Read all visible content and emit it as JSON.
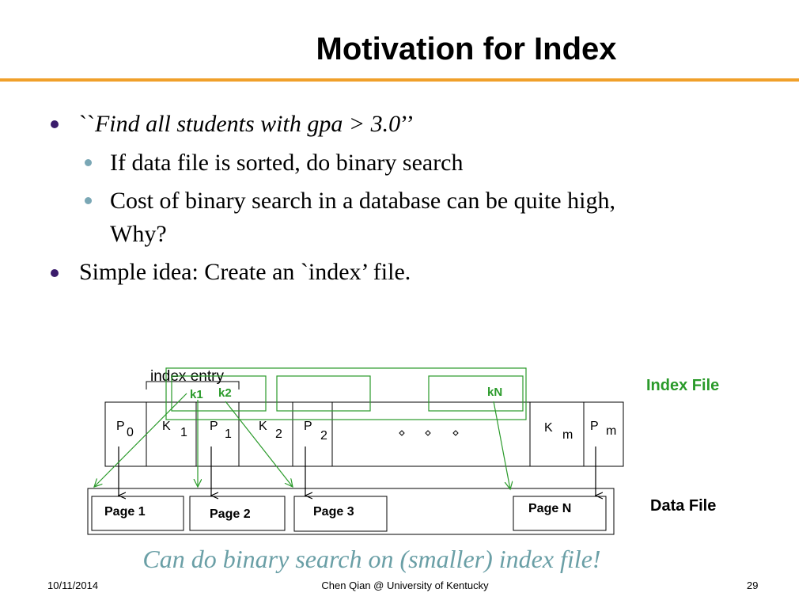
{
  "slide": {
    "title": "Motivation for Index",
    "accent_color": "#f0a02a",
    "bullets": [
      {
        "prefix": "``",
        "text": "Find all students with gpa > 3.0",
        "suffix": "’’",
        "level": 1
      },
      {
        "text": "If data file is sorted, do binary search",
        "level": 2
      },
      {
        "text": "Cost of binary search in a database can be quite high,",
        "level": 2
      },
      {
        "text": "Why?",
        "level": 2
      },
      {
        "text": "Simple idea:  Create an `index’ file.",
        "level": 1
      }
    ],
    "caption": "Can do binary search on (smaller) index file!"
  },
  "diagram": {
    "index_entry_label": "index entry",
    "index_file_label": "Index File",
    "data_file_label": "Data File",
    "keys": {
      "k1": "k1",
      "k2": "k2",
      "kN": "kN"
    },
    "cells": {
      "p0": {
        "main": "P",
        "sub": "0"
      },
      "k1": {
        "main": "K",
        "sub": "1"
      },
      "p1": {
        "main": "P",
        "sub": "1"
      },
      "k2": {
        "main": "K",
        "sub": "2"
      },
      "p2": {
        "main": "P",
        "sub": "2"
      },
      "km": {
        "main": "K",
        "sub": "m"
      },
      "pm": {
        "main": "P",
        "sub": "m"
      }
    },
    "pages": [
      "Page 1",
      "Page 2",
      "Page 3",
      "Page N"
    ],
    "green_color": "#2a9a2a"
  },
  "footer": {
    "date": "10/11/2014",
    "author": "Chen Qian @ University of Kentucky",
    "page_number": "29"
  }
}
